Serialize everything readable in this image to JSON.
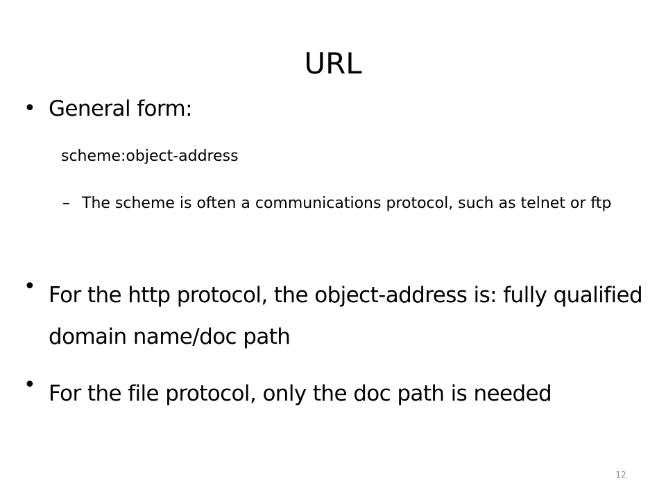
{
  "slide": {
    "title": "URL",
    "bullets": [
      {
        "mark": "•",
        "text": "General form:"
      },
      {
        "mark": "•",
        "text": "For the http protocol, the object-address is: fully qualified domain name/doc path"
      },
      {
        "mark": "•",
        "text": "For the file protocol, only the doc path is needed"
      }
    ],
    "general_form_line": "scheme:object-address",
    "sub_bullet": {
      "mark": "–",
      "text": "The scheme is often a communications protocol, such as telnet or ftp"
    },
    "page_number": "12"
  }
}
